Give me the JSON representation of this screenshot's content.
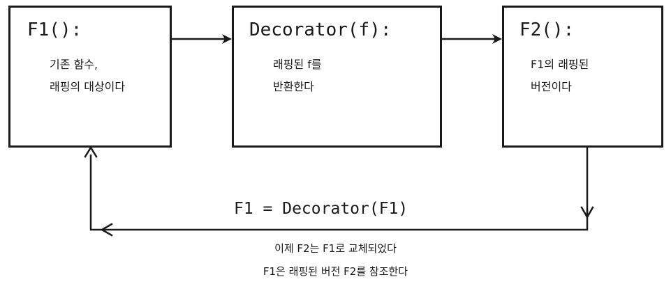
{
  "boxes": {
    "f1": {
      "title": "F1():",
      "desc": [
        "기존 함수,",
        "래핑의 대상이다"
      ]
    },
    "decorator": {
      "title": "Decorator(f):",
      "desc": [
        "래핑된 f를",
        "반환한다"
      ]
    },
    "f2": {
      "title": "F2():",
      "desc": [
        "F1의 래핑된",
        "버전이다"
      ]
    }
  },
  "loop_label": "F1 = Decorator(F1)",
  "notes": [
    "이제 F2는 F1로 교체되었다",
    "F1은 래핑된 버전 F2를 참조한다"
  ]
}
